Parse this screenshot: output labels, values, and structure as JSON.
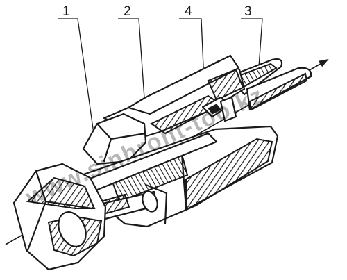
{
  "diagram": {
    "labels": [
      {
        "id": "1",
        "text": "1"
      },
      {
        "id": "2",
        "text": "2"
      },
      {
        "id": "4",
        "text": "4"
      },
      {
        "id": "3",
        "text": "3"
      }
    ],
    "watermark": "www.sinhront-too.kz"
  }
}
